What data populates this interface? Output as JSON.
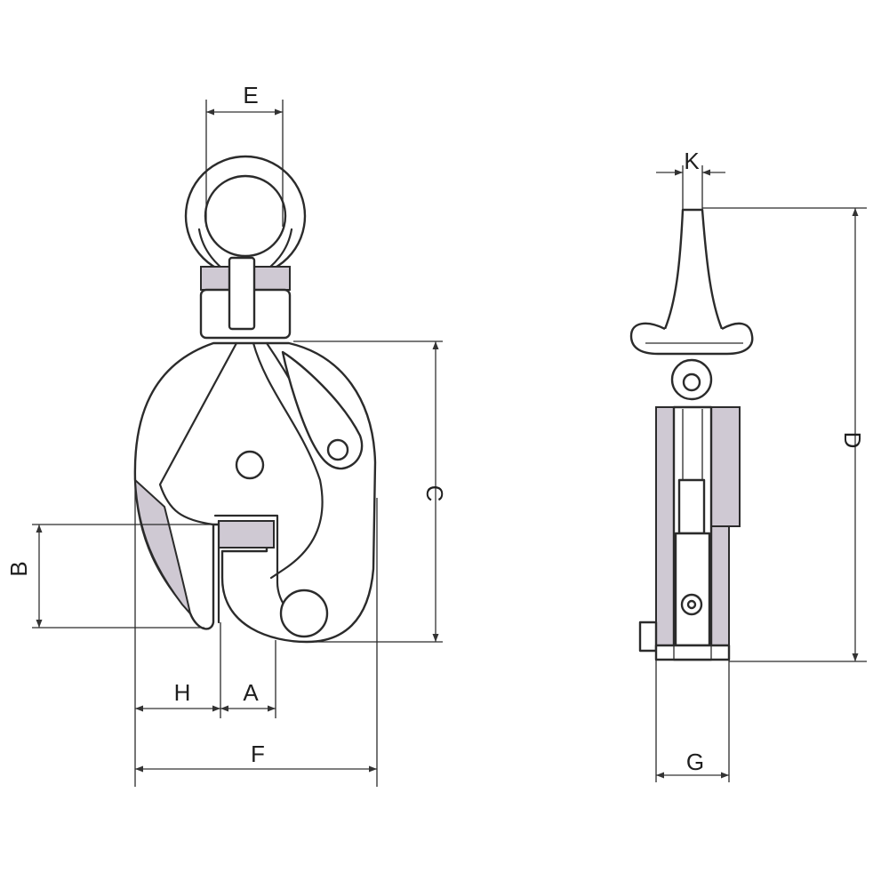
{
  "labels": {
    "E": "E",
    "K": "K",
    "C": "C",
    "B": "B",
    "D": "D",
    "H": "H",
    "A": "A",
    "F": "F",
    "G": "G"
  },
  "colors": {
    "line": "#2b2b2b",
    "shade": "#cfc9d3",
    "background": "#ffffff"
  }
}
